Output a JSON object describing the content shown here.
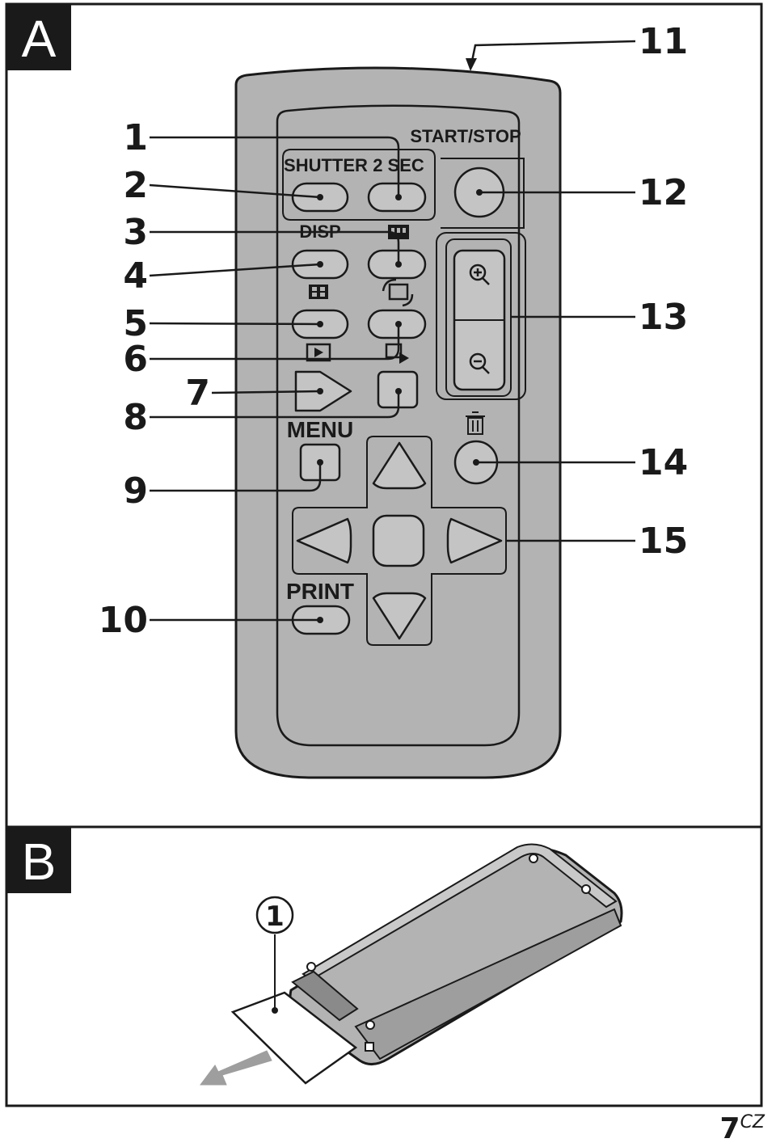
{
  "panels": {
    "a": "A",
    "b": "B"
  },
  "remote_labels": {
    "shutter": "SHUTTER",
    "two_sec": "2 SEC",
    "start_stop": "START/STOP",
    "disp": "DISP",
    "menu": "MENU",
    "print": "PRINT"
  },
  "callouts": [
    "1",
    "2",
    "3",
    "4",
    "5",
    "6",
    "7",
    "8",
    "9",
    "10",
    "11",
    "12",
    "13",
    "14",
    "15"
  ],
  "panel_b_callout": "1",
  "page": {
    "number": "7",
    "suffix": "CZ"
  },
  "icons": [
    "zoom-in-icon",
    "zoom-out-icon",
    "trash-icon",
    "index-icon",
    "slideshow-icon",
    "rotate-icon",
    "play-icon",
    "play-switch-icon",
    "arrow-up-icon",
    "arrow-down-icon",
    "arrow-left-icon",
    "arrow-right-icon",
    "center-button"
  ],
  "colors": {
    "remote_body": "#b3b3b3",
    "outline": "#1a1a1a",
    "button": "#c4c4c4",
    "background": "#ffffff"
  }
}
